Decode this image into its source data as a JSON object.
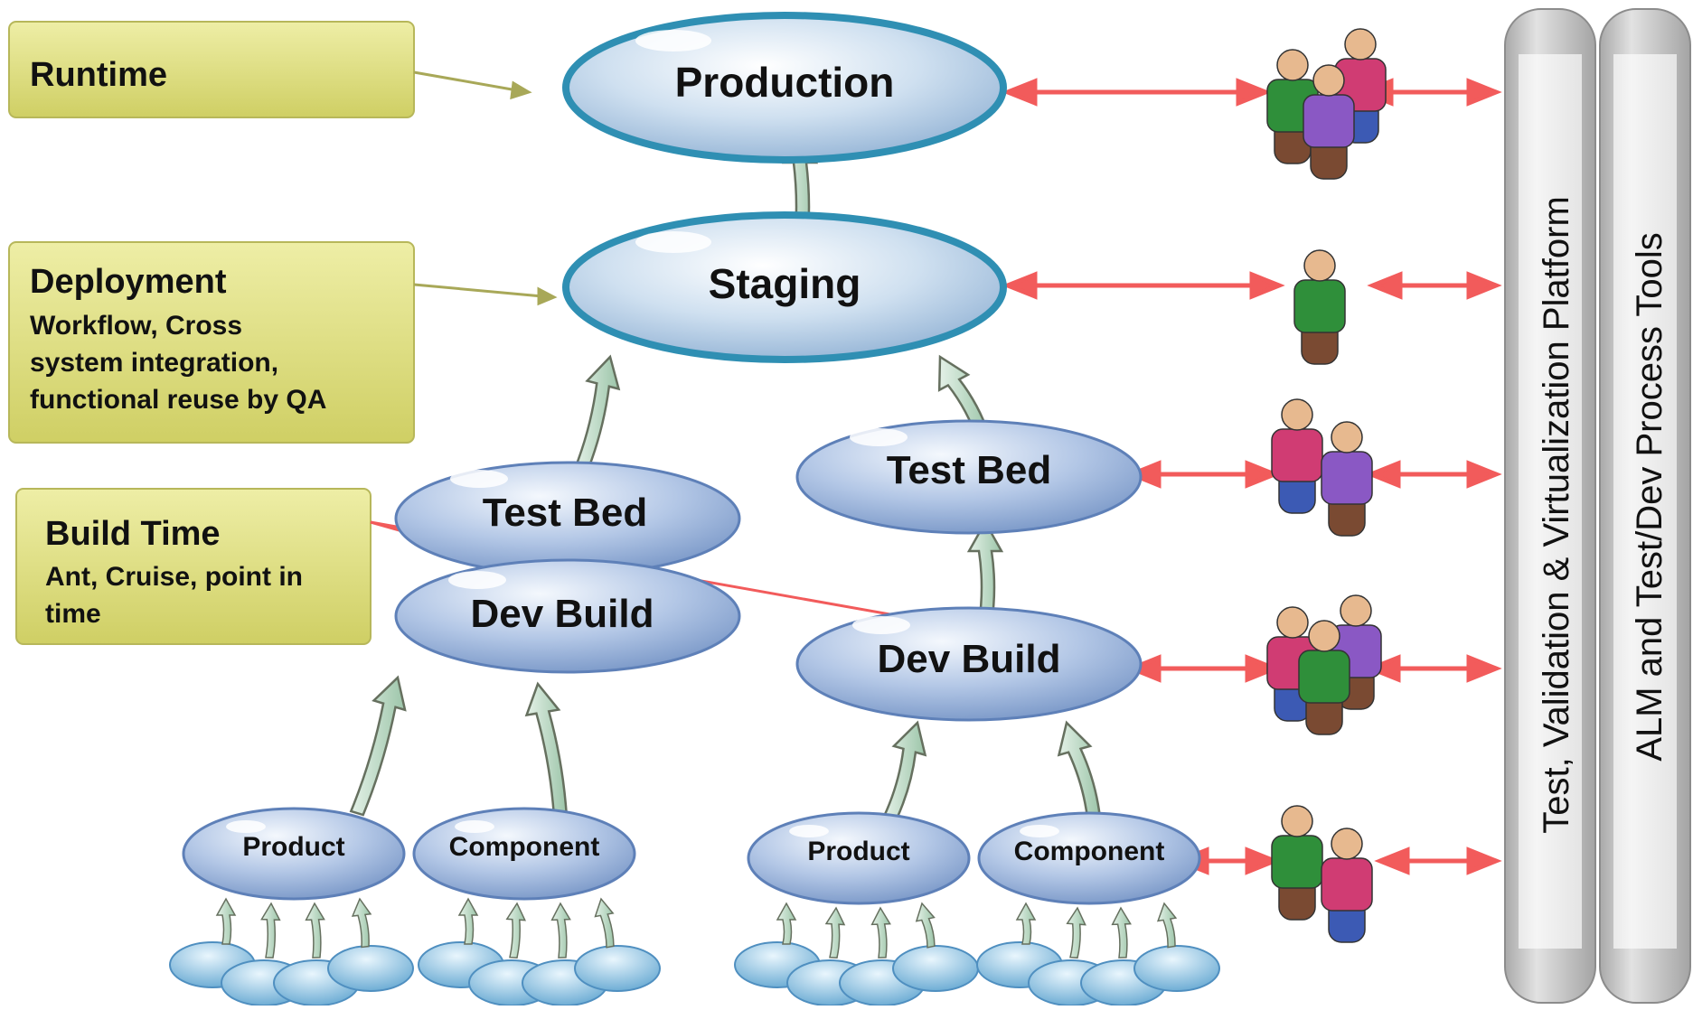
{
  "callouts": [
    {
      "id": "runtime",
      "title": "Runtime",
      "body": []
    },
    {
      "id": "deployment",
      "title": "Deployment",
      "body": [
        "Workflow, Cross",
        "system integration,",
        "functional reuse by QA"
      ]
    },
    {
      "id": "buildtime",
      "title": "Build Time",
      "body": [
        "Ant, Cruise, point in",
        "time"
      ]
    }
  ],
  "nodes": {
    "production": "Production",
    "staging": "Staging",
    "test_bed_left": "Test Bed",
    "dev_build_left": "Dev Build",
    "test_bed_right": "Test Bed",
    "dev_build_right": "Dev Build",
    "product_left": "Product",
    "component_left": "Component",
    "product_right": "Product",
    "component_right": "Component"
  },
  "platforms": [
    {
      "id": "test-validation-platform",
      "label": "Test, Validation & Virtualization Platform"
    },
    {
      "id": "alm-tools",
      "label": "ALM and Test/Dev Process Tools"
    }
  ],
  "people_groups": [
    {
      "id": "production-users",
      "people": [
        "green",
        "magenta",
        "purple"
      ]
    },
    {
      "id": "staging-users",
      "people": [
        "green"
      ]
    },
    {
      "id": "testbed-users",
      "people": [
        "magenta",
        "purple"
      ]
    },
    {
      "id": "devbuild-users",
      "people": [
        "magenta",
        "purple",
        "green"
      ]
    },
    {
      "id": "component-users",
      "people": [
        "green",
        "magenta"
      ]
    }
  ],
  "colors": {
    "callout_fill": "#dcdc78",
    "callout_border": "#b7b75a",
    "bubble_light": "#e9f2fb",
    "bubble_dark": "#6f8fc2",
    "teal_ring": "#2f8fb3",
    "link_red": "#f25b5b",
    "up_arrow_fill": "#c8e2cf",
    "up_arrow_stroke": "#66705f",
    "platform_fill": "#c8c8c8",
    "person_green": "#2f8f3a",
    "person_magenta": "#d03c73",
    "person_purple": "#8a58c4",
    "person_skin": "#e7b98f"
  }
}
